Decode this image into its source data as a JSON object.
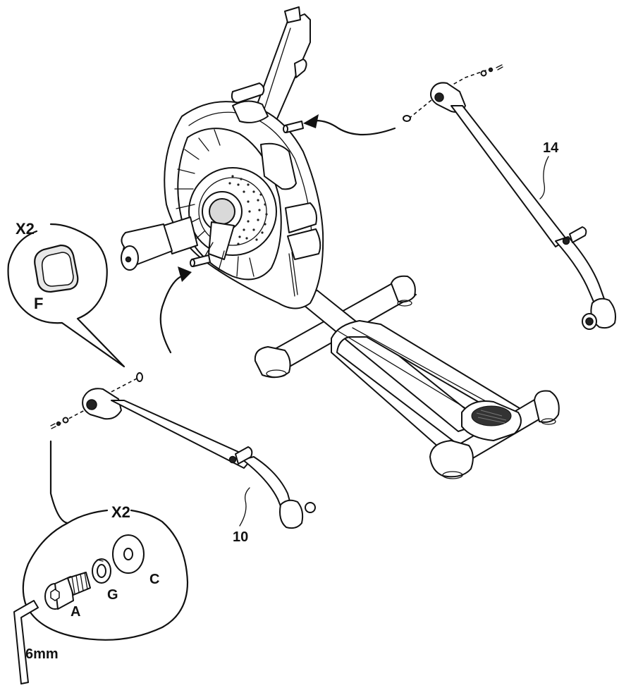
{
  "callout_bubble_top": {
    "quantity": "X2",
    "part_letter": "F"
  },
  "callout_bubble_bottom": {
    "quantity": "X2",
    "part_a": "A",
    "part_g": "G",
    "part_c": "C",
    "tool_label": "6mm"
  },
  "part_numbers": {
    "right_arm": "14",
    "left_arm": "10"
  }
}
